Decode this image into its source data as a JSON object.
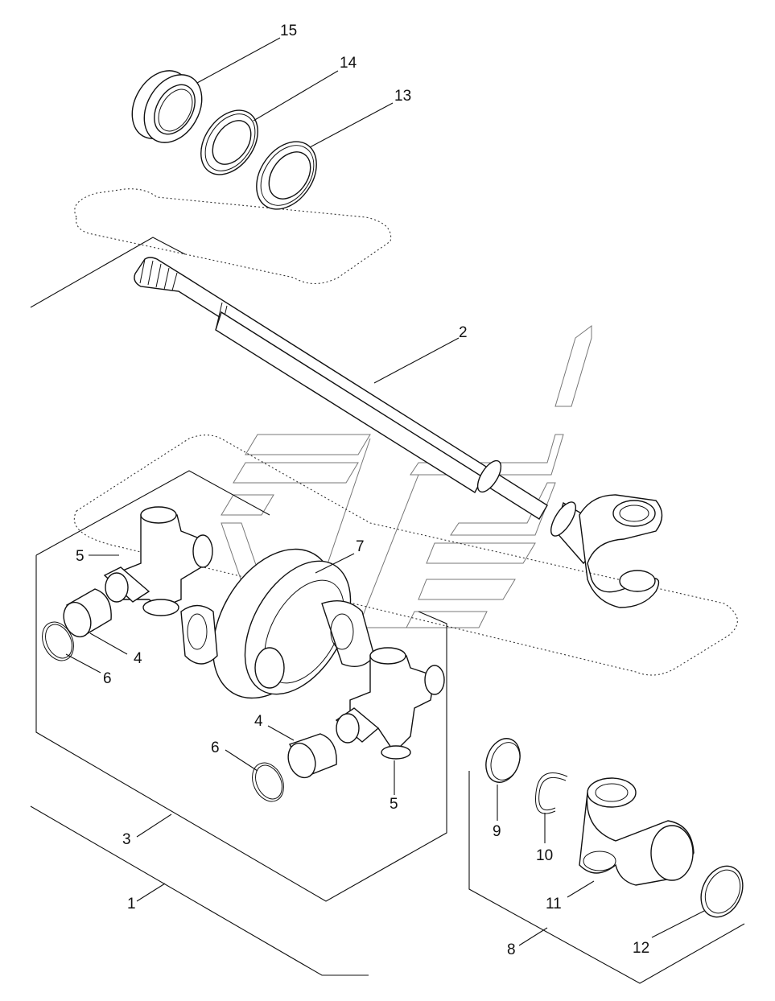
{
  "callouts": {
    "c1": "1",
    "c2": "2",
    "c3": "3",
    "c4a": "4",
    "c4b": "4",
    "c5a": "5",
    "c5b": "5",
    "c6a": "6",
    "c6b": "6",
    "c7": "7",
    "c8": "8",
    "c9": "9",
    "c10": "10",
    "c11": "11",
    "c12": "12",
    "c13": "13",
    "c14": "14",
    "c15": "15"
  },
  "colors": {
    "line": "#111111",
    "watermark": "#777777",
    "background": "#ffffff"
  },
  "icons": {
    "watermark": "brand-logo-watermark"
  }
}
